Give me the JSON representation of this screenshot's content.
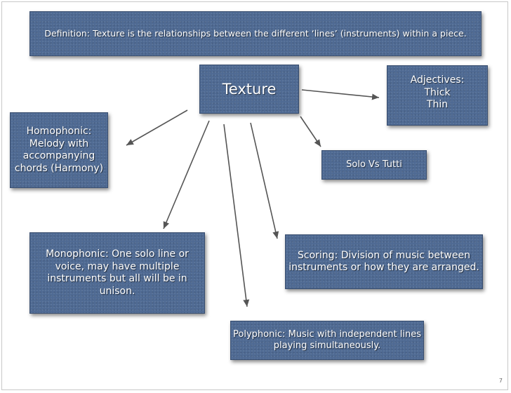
{
  "definition": "Definition: Texture is the relationships between the different ‘lines’ (instruments) within a piece.",
  "title": "Texture",
  "adjectives": {
    "line1": "Adjectives:",
    "line2": "Thick",
    "line3": "Thin"
  },
  "homophonic": "Homophonic: Melody with accompanying chords (Harmony)",
  "solo_tutti": "Solo Vs Tutti",
  "monophonic": "Monophonic: One solo line or voice, may have multiple instruments but all will be in unison.",
  "scoring": "Scoring: Division of music between instruments or how they are arranged.",
  "polyphonic": "Polyphonic: Music with independent lines playing simultaneously.",
  "page_number": "7",
  "colors": {
    "box_fill": "#4f6a93",
    "box_text": "#ffffff",
    "arrow": "#555555",
    "background": "#ffffff"
  }
}
